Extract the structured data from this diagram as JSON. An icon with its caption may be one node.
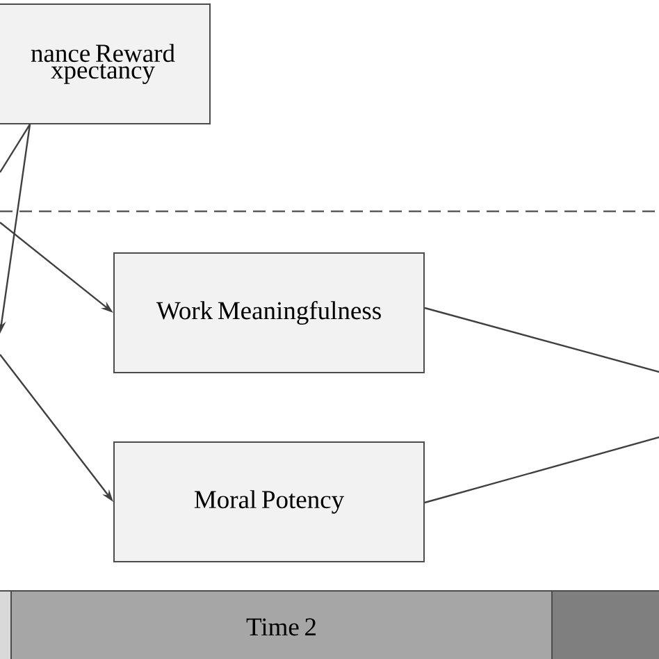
{
  "diagram": {
    "nodes": [
      {
        "text": [
          "nance Reward xpectancy"
        ]
      },
      {
        "text": [
          "Work Meaningfulness"
        ]
      },
      {
        "text": [
          "Moral Potency"
        ]
      },
      {
        "text": [],
        "shape": "bar"
      },
      {
        "text": [
          "Time 2"
        ]
      },
      {
        "text": [],
        "shape": "bar"
      }
    ],
    "edges": [
      {
        "from": 0,
        "to": null,
        "arrow": "none"
      },
      {
        "from": 0,
        "to": null,
        "arrow": "to"
      },
      {
        "from": null,
        "to": 1,
        "arrow": "to"
      },
      {
        "from": null,
        "to": 2,
        "arrow": "to"
      },
      {
        "from": 1,
        "to": null,
        "arrow": "none"
      },
      {
        "from": 2,
        "to": null,
        "arrow": "none"
      }
    ]
  }
}
